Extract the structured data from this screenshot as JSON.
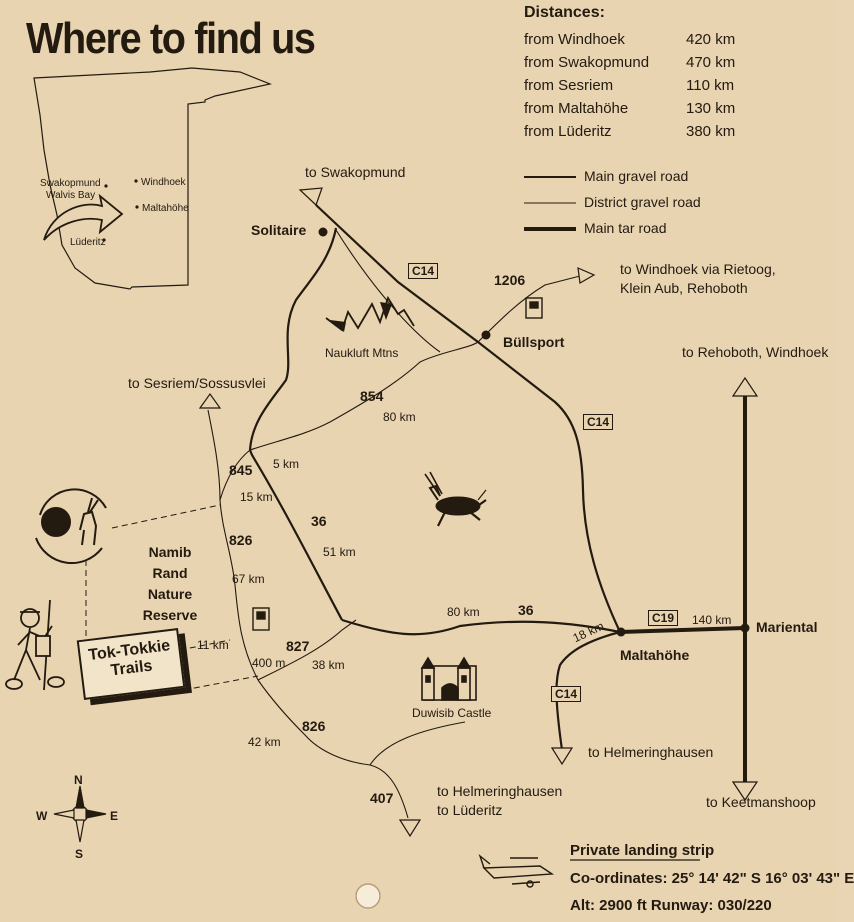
{
  "title": "Where to find us",
  "distances": {
    "heading": "Distances:",
    "rows": [
      {
        "place": "from Windhoek",
        "km": "420 km"
      },
      {
        "place": "from Swakopmund",
        "km": "470 km"
      },
      {
        "place": "from Sesriem",
        "km": "110 km"
      },
      {
        "place": "from Maltahöhe",
        "km": "130 km"
      },
      {
        "place": "from Lüderitz",
        "km": "380 km"
      }
    ]
  },
  "legend": {
    "main_gravel": "Main gravel road",
    "district_gravel": "District gravel road",
    "main_tar": "Main tar road"
  },
  "inset": {
    "swakopmund": "Swakopmund",
    "walvis_bay": "Walvis Bay",
    "windhoek": "Windhoek",
    "maltahohe": "Maltahöhe",
    "luderitz": "Lüderitz"
  },
  "places": {
    "solitaire": "Solitaire",
    "bullsport": "Büllsport",
    "maltahohe": "Maltahöhe",
    "mariental": "Mariental",
    "naukluft": "Naukluft Mtns",
    "duwisib": "Duwisib Castle"
  },
  "destinations": {
    "swakopmund": "to Swakopmund",
    "windhoek_rietoog_1": "to Windhoek via Rietoog,",
    "windhoek_rietoog_2": "Klein Aub, Rehoboth",
    "rehoboth": "to Rehoboth, Windhoek",
    "sesriem": "to Sesriem/Sossusvlei",
    "helmeringhausen": "to Helmeringhausen",
    "helm_luderitz_1": "to Helmeringhausen",
    "helm_luderitz_2": "to Lüderitz",
    "keetmanshoop": "to Keetmanshoop"
  },
  "road_boxes": {
    "c14_top": "C14",
    "c14_right": "C14",
    "c14_bottom": "C14",
    "c19": "C19"
  },
  "road_numbers": {
    "r1206": "1206",
    "r854": "854",
    "r845": "845",
    "r36_left": "36",
    "r36_bottom": "36",
    "r826_top": "826",
    "r827": "827",
    "r826_bottom": "826",
    "r407": "407"
  },
  "distance_labels": {
    "d80_854": "80 km",
    "d5": "5 km",
    "d15": "15 km",
    "d51": "51 km",
    "d67": "67 km",
    "d80_36": "80 km",
    "d18": "18 km",
    "d140": "140 km",
    "d11": "11 km",
    "d400m": "400 m",
    "d38": "38 km",
    "d42": "42 km"
  },
  "reserve": "Namib\nRand\nNature\nReserve",
  "tok_tokkie": {
    "line1": "Tok-Tokkie",
    "line2": "Trails"
  },
  "compass": {
    "n": "N",
    "s": "S",
    "e": "E",
    "w": "W"
  },
  "landing": {
    "heading": "Private landing strip",
    "coords": "Co-ordinates: 25° 14' 42\" S  16° 03' 43\" E",
    "alt_runway": "Alt:  2900 ft     Runway:  030/220"
  },
  "icons": [
    "fuel-pump-icon",
    "oryx-icon",
    "hiker-icon",
    "airplane-icon",
    "compass-rose-icon",
    "castle-icon",
    "mountains-icon",
    "reserve-logo-icon"
  ]
}
